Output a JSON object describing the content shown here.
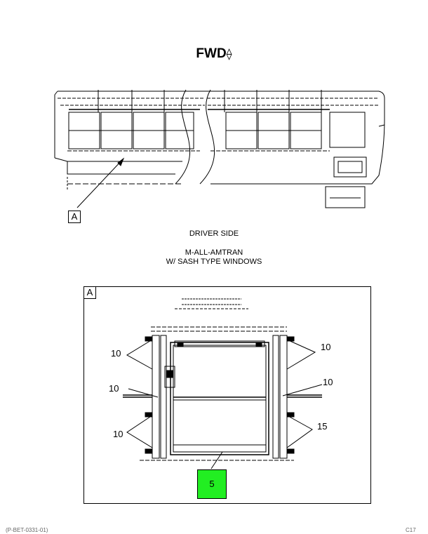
{
  "header": {
    "direction_label": "FWD",
    "arrow_glyph": "⟠"
  },
  "overview": {
    "detail_ref": "A",
    "side_label": "DRIVER SIDE",
    "model_line1": "M-ALL-AMTRAN",
    "model_line2": "W/ SASH TYPE WINDOWS"
  },
  "detail": {
    "label": "A",
    "callouts": {
      "left_upper": "10",
      "left_middle": "10",
      "left_lower": "10",
      "right_upper": "10",
      "right_middle": "10",
      "right_lower": "15",
      "window": "5"
    },
    "highlight_color": "#22ee22"
  },
  "footer": {
    "left_code": "(P-BET-0331-01)",
    "right_code": "C17"
  }
}
